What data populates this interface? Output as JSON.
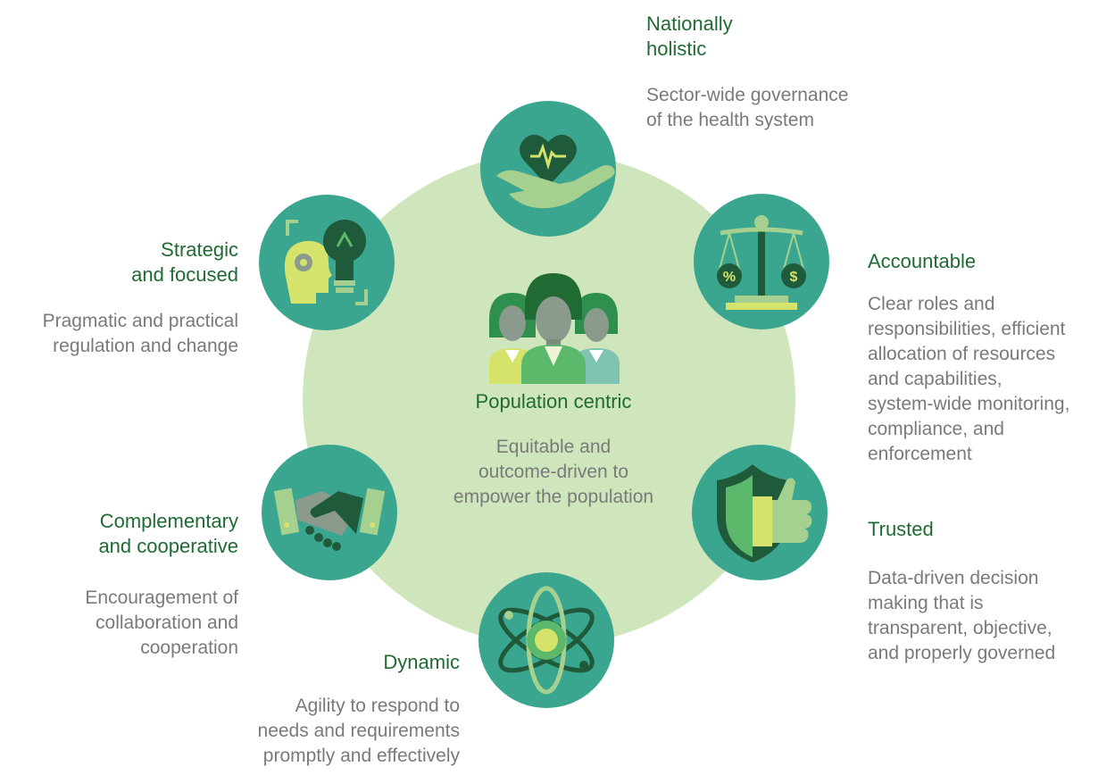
{
  "center": {
    "title": "Population centric",
    "desc": "Equitable and\noutcome-driven to\nempower the population",
    "icon": "people-group-icon"
  },
  "nodes": [
    {
      "key": "nationally",
      "title": "Nationally\nholistic",
      "desc": "Sector-wide governance\nof the health system",
      "icon": "heart-in-hand-icon"
    },
    {
      "key": "accountable",
      "title": "Accountable",
      "desc": "Clear roles and\nresponsibilities, efficient\nallocation of resources\nand capabilities,\nsystem-wide monitoring,\ncompliance, and\nenforcement",
      "icon": "balance-scale-icon"
    },
    {
      "key": "trusted",
      "title": "Trusted",
      "desc": "Data-driven decision\nmaking that is\ntransparent, objective,\nand properly governed",
      "icon": "shield-thumbs-up-icon"
    },
    {
      "key": "dynamic",
      "title": "Dynamic",
      "desc": "Agility to respond to\nneeds and requirements\npromptly and effectively",
      "icon": "atom-icon"
    },
    {
      "key": "complementary",
      "title": "Complementary\nand cooperative",
      "desc": "Encouragement of\ncollaboration and\ncooperation",
      "icon": "handshake-icon"
    },
    {
      "key": "strategic",
      "title": "Strategic\nand focused",
      "desc": "Pragmatic and practical\nregulation and change",
      "icon": "head-lightbulb-icon"
    }
  ],
  "colors": {
    "node": "#3aa68f",
    "background_circle": "#cfe6bd",
    "title": "#1f6b33",
    "desc": "#7a7a7a"
  }
}
